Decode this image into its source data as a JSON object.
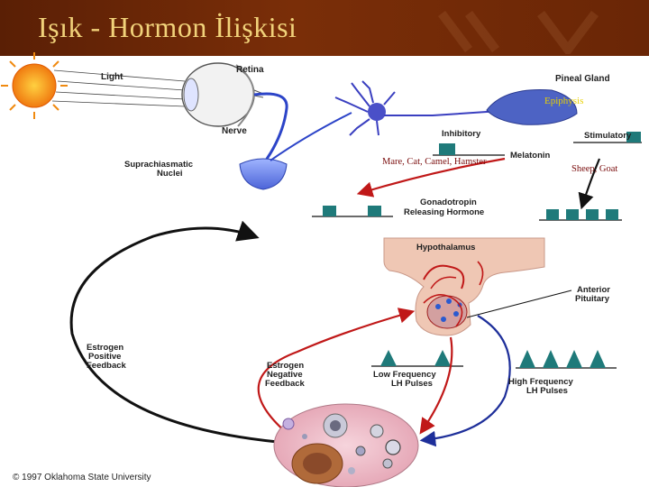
{
  "title": "Işık - Hormon İlişkisi",
  "labels": {
    "light": "Light",
    "retina": "Retina",
    "nerve": "Nerve",
    "suprachiasmatic_1": "Suprachiasmatic",
    "suprachiasmatic_2": "Nuclei",
    "pineal_gland": "Pineal Gland",
    "epiphysis": "Epiphysis",
    "inhibitory": "Inhibitory",
    "stimulatory": "Stimulatory",
    "melatonin": "Melatonin",
    "species_inhibitory": "Mare, Cat, Camel, Hamster",
    "species_stimulatory": "Sheep, Goat",
    "gnrh_1": "Gonadotropin",
    "gnrh_2": "Releasing Hormone",
    "hypothalamus": "Hypothalamus",
    "anterior_pituitary_1": "Anterior",
    "anterior_pituitary_2": "Pituitary",
    "estrogen_positive_1": "Estrogen",
    "estrogen_positive_2": "Positive",
    "estrogen_positive_3": "Feedback",
    "estrogen_negative_1": "Estrogen",
    "estrogen_negative_2": "Negative",
    "estrogen_negative_3": "Feedback",
    "low_freq_1": "Low Frequency",
    "low_freq_2": "LH Pulses",
    "high_freq_1": "High Frequency",
    "high_freq_2": "LH Pulses"
  },
  "copyright": "© 1997 Oklahoma State University",
  "colors": {
    "header": "#6a2606",
    "title": "#f1d27a",
    "pulse": "#1f7a7a",
    "red_arrow": "#c01818",
    "blue_arrow": "#1e2f9a",
    "neuron": "#3a3fc0"
  }
}
